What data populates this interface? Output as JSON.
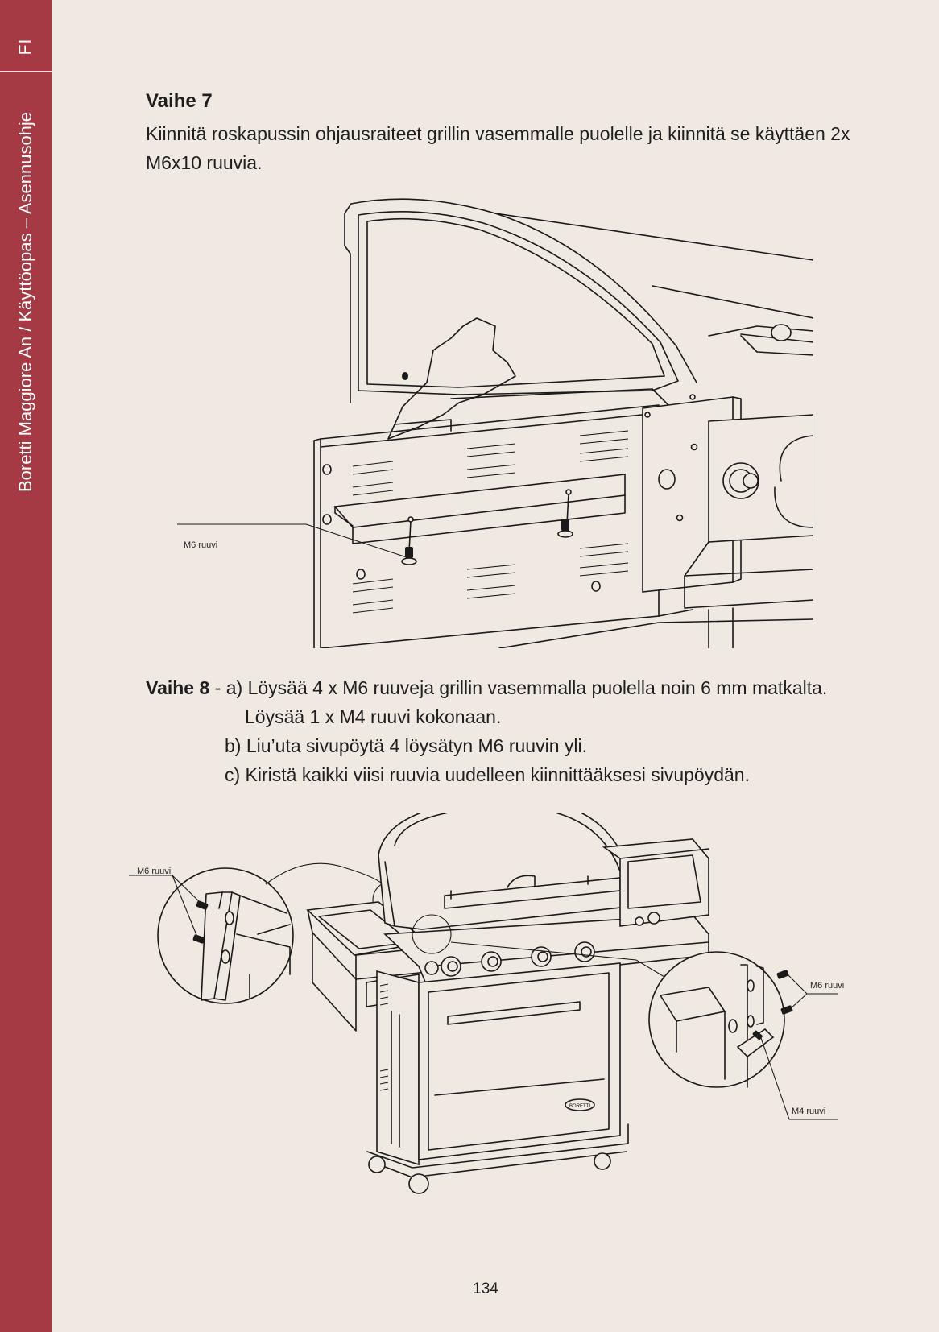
{
  "sidebar": {
    "lang": "FI",
    "title": "Boretti Maggiore An / Käyttöopas – Asennusohje"
  },
  "step7": {
    "title": "Vaihe 7",
    "text": "Kiinnitä roskapussin ohjausraiteet grillin vasemmalle puolelle ja kiinnitä se käyttäen 2x M6x10 ruuvia.",
    "callout": "M6 ruuvi"
  },
  "step8": {
    "title": "Vaihe 8",
    "dash": " - ",
    "a1": "a) Löysää 4 x M6 ruuveja grillin vasemmalla puolella noin 6 mm matkalta.",
    "a2": "Löysää 1 x M4 ruuvi kokonaan.",
    "b": "b) Liu’uta sivupöytä 4 löysätyn M6 ruuvin yli.",
    "c": "c) Kiristä kaikki viisi ruuvia uudelleen kiinnittääksesi sivupöydän.",
    "callout_left": "M6 ruuvi",
    "callout_right_top": "M6 ruuvi",
    "callout_right_bottom": "M4 ruuvi",
    "brand": "BORETTI"
  },
  "page_number": "134"
}
